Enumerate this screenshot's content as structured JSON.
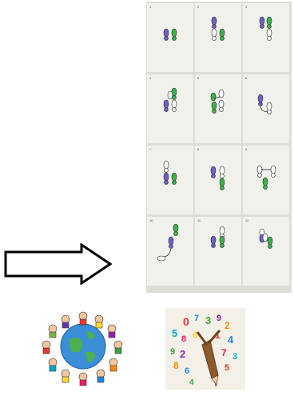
{
  "steps": [
    {
      "label": "1"
    },
    {
      "label": "2"
    },
    {
      "label": "3"
    },
    {
      "label": "4"
    },
    {
      "label": "5"
    },
    {
      "label": "6"
    },
    {
      "label": "7"
    },
    {
      "label": "8"
    },
    {
      "label": "9"
    },
    {
      "label": "10"
    },
    {
      "label": "11"
    },
    {
      "label": "12"
    }
  ],
  "colors": {
    "left_foot": "#6b63c9",
    "right_foot": "#39b54a",
    "outline_foot": "#ffffff",
    "panel_bg": "#f1f1ec",
    "panel_border": "#dcdcd8"
  },
  "icons": {
    "arrow": "right-arrow-outline-icon",
    "globe": "children-around-globe-icon",
    "tree": "number-tree-pencil-icon"
  }
}
